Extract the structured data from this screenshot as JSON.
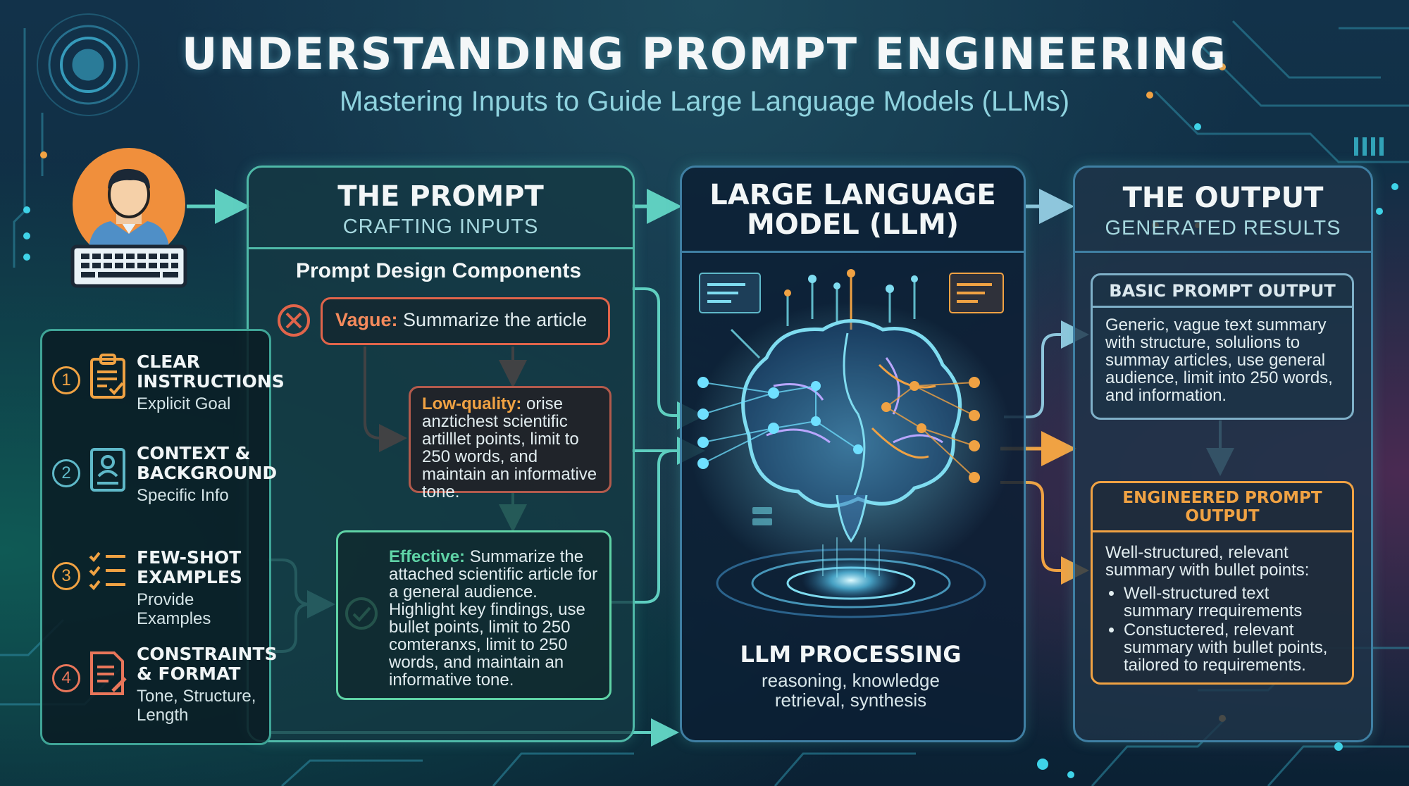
{
  "title": "UNDERSTANDING PROMPT ENGINEERING",
  "subtitle": "Mastering Inputs to Guide Large Language Models (LLMs)",
  "prompt_panel": {
    "title": "THE PROMPT",
    "subtitle": "CRAFTING INPUTS",
    "section_label": "Prompt Design Components",
    "vague": {
      "lead": "Vague:",
      "text": "Summarize the article"
    },
    "low_quality": {
      "lead": "Low-quality:",
      "text": "orise anztichest scientific artilllet points, limit to 250 words, and maintain an informative tone."
    },
    "effective": {
      "lead": "Effective:",
      "text": "Summarize the attached scientific article for a general audience. Highlight key findings, use bullet points, limit to 250 comteranxs, limit to 250 words, and maintain an informative tone."
    }
  },
  "components": [
    {
      "number": "1",
      "title_l1": "CLEAR",
      "title_l2": "INSTRUCTIONS",
      "desc_l1": "Explicit Goal",
      "desc_l2": "",
      "color": "#f0a243",
      "icon": "clipboard-icon"
    },
    {
      "number": "2",
      "title_l1": "CONTEXT &",
      "title_l2": "BACKGROUND",
      "desc_l1": "Specific Info",
      "desc_l2": "",
      "color": "#5fb9c9",
      "icon": "profile-document-icon"
    },
    {
      "number": "3",
      "title_l1": "FEW-SHOT",
      "title_l2": "EXAMPLES",
      "desc_l1": "Provide Examples",
      "desc_l2": "",
      "color": "#f0a243",
      "icon": "checklist-icon"
    },
    {
      "number": "4",
      "title_l1": "CONSTRAINTS",
      "title_l2": "& FORMAT",
      "desc_l1": "Tone, Structure,",
      "desc_l2": "Length",
      "color": "#e9765a",
      "icon": "document-pen-icon"
    }
  ],
  "llm_panel": {
    "title_l1": "LARGE LANGUAGE",
    "title_l2": "MODEL (LLM)",
    "processing_title": "LLM PROCESSING",
    "processing_l1": "reasoning, knowledge",
    "processing_l2": "retrieval, synthesis"
  },
  "output_panel": {
    "title": "THE OUTPUT",
    "subtitle": "GENERATED RESULTS",
    "basic": {
      "head": "BASIC PROMPT OUTPUT",
      "text": "Generic, vague text summary with structure, solulions to summay articles, use general audience, limit into 250 words, and information."
    },
    "engineered": {
      "head": "ENGINEERED PROMPT OUTPUT",
      "intro": "Well-structured, relevant summary with bullet points:",
      "bullets": [
        "Well-structured text summary rrequirements",
        "Constuctered, relevant summary with bullet points, tailored to requirements."
      ]
    }
  },
  "colors": {
    "teal": "#4fb9a8",
    "orange": "#f0a243",
    "red": "#e0644a",
    "blue": "#3f7fa3",
    "green": "#5fd3a6"
  }
}
